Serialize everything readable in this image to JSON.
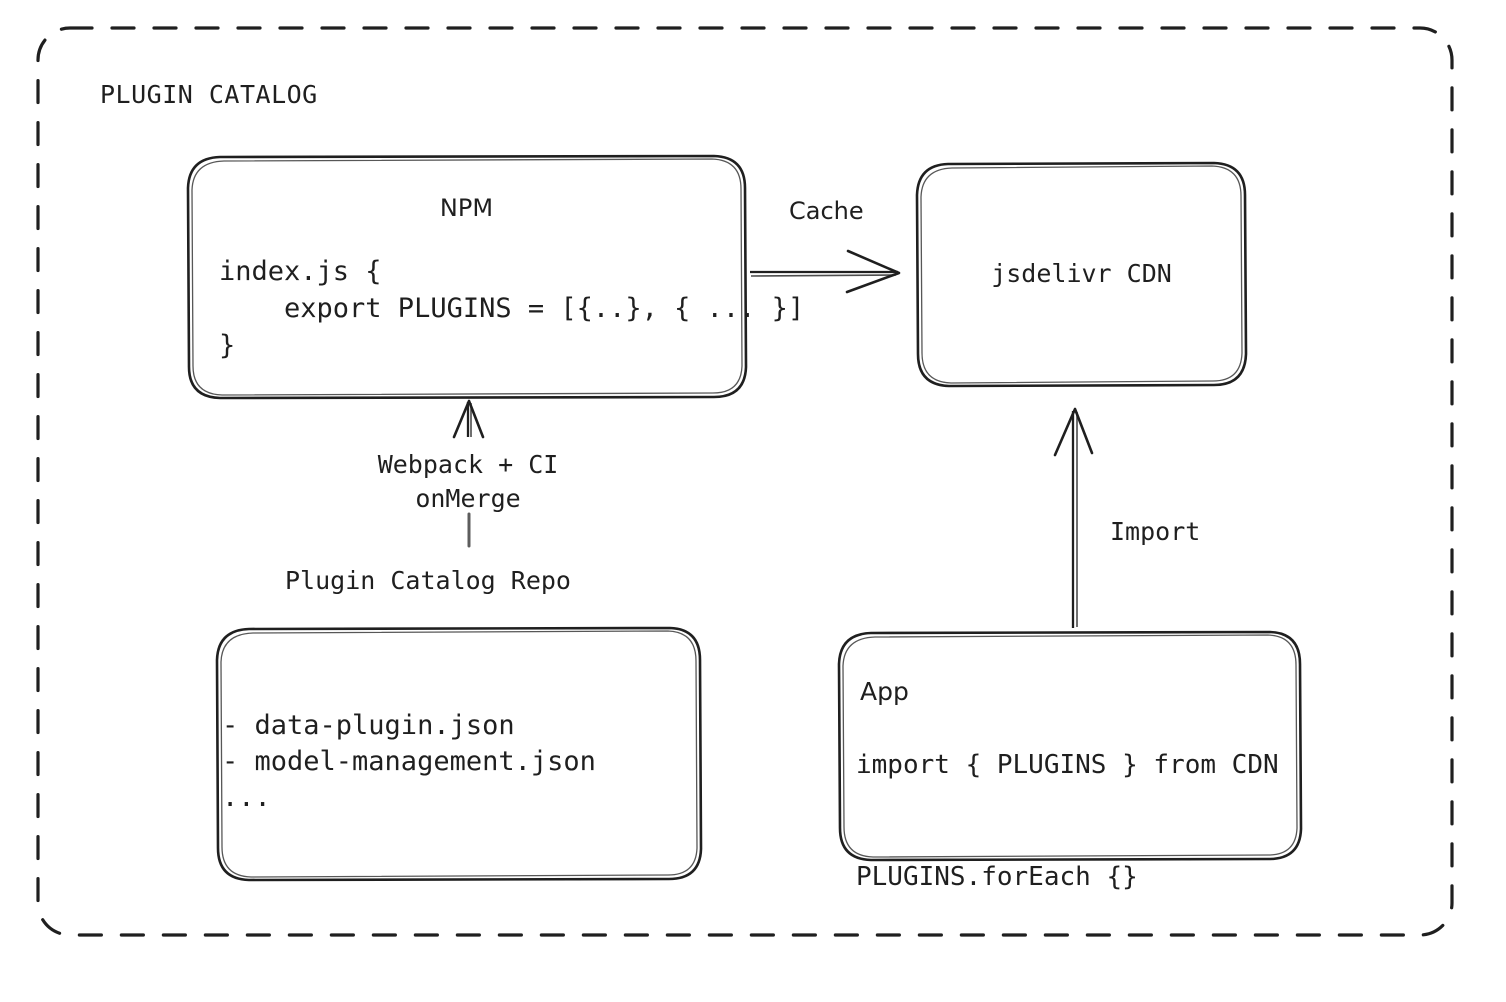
{
  "diagram": {
    "group_title": "PLUGIN CATALOG",
    "background_color": "#ffffff",
    "stroke_color": "#1f1f1f",
    "boxes": {
      "npm": {
        "title": "NPM",
        "code_lines": "index.js {\n    export PLUGINS = [{..}, { ... }]\n}"
      },
      "cdn": {
        "title": "jsdelivr CDN"
      },
      "repo": {
        "label": "Plugin Catalog Repo",
        "code_lines": "- data-plugin.json\n- model-management.json\n..."
      },
      "app": {
        "title": "App",
        "code_lines": "import { PLUGINS } from CDN\n\nPLUGINS.forEach {}"
      }
    },
    "edges": {
      "cache": "Cache",
      "build": "Webpack + CI\nonMerge",
      "import": "Import"
    }
  }
}
